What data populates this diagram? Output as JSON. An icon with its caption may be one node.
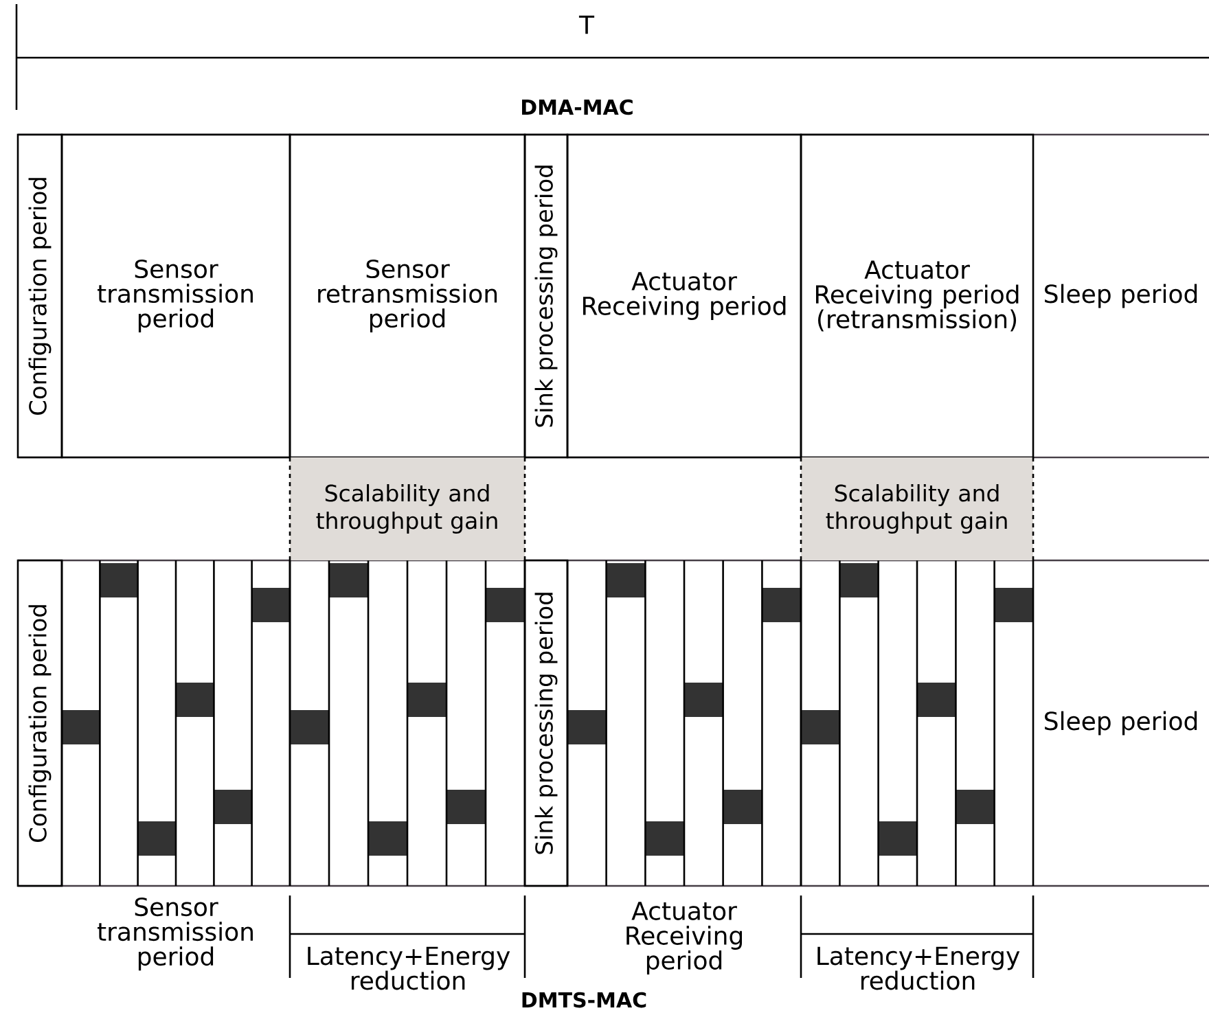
{
  "diagram": {
    "nodes": [
      {
        "text": [
          "Configuration period"
        ]
      },
      {
        "text": [
          "Sensor transmission period"
        ]
      },
      {
        "text": [
          "Sensor retransmission period"
        ]
      },
      {
        "text": [
          "Sink processing period"
        ]
      },
      {
        "text": [
          "Actuator Receiving period"
        ]
      },
      {
        "text": [
          "Actuator Receiving period (retransmission)"
        ]
      },
      {
        "text": [
          "Sleep period"
        ]
      },
      {
        "text": [
          "Scalability and throughput gain"
        ]
      },
      {
        "text": [
          "Scalability and throughput gain"
        ]
      },
      {
        "text": [
          "Configuration period"
        ]
      },
      {
        "text": [
          "Sink processing period"
        ]
      },
      {
        "text": [
          "Sleep period"
        ]
      }
    ],
    "labels": [
      "T",
      "DMA-MAC",
      "Sensor transmission period",
      "Latency+Energy reduction",
      "Actuator Receiving period",
      "Latency+Energy reduction",
      "DMTS-MAC"
    ]
  }
}
